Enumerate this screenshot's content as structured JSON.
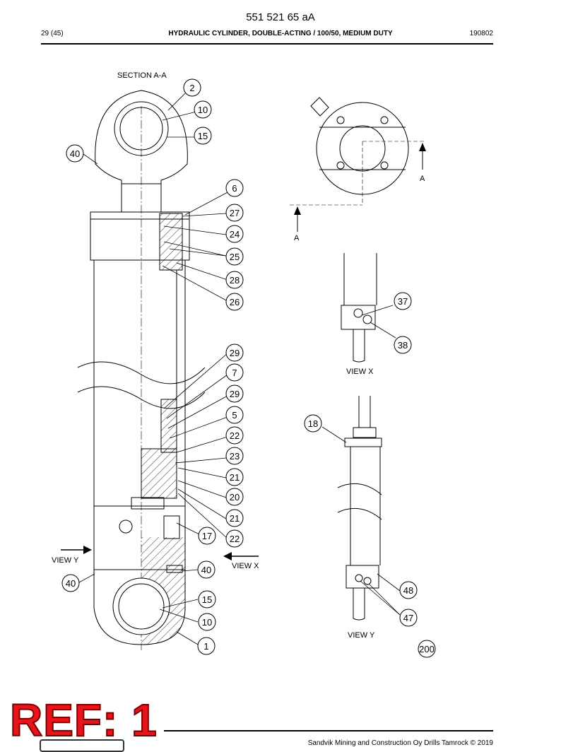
{
  "header": {
    "doc_number": "551 521 65 aA",
    "page": "29 (45)",
    "title": "HYDRAULIC CYLINDER, DOUBLE-ACTING / 100/50, MEDIUM DUTY",
    "date": "190802"
  },
  "labels": {
    "section": "SECTION A-A",
    "view_x": "VIEW X",
    "view_y": "VIEW Y",
    "a_top": "A",
    "a_left": "A"
  },
  "callouts": [
    "2",
    "10",
    "15",
    "40",
    "6",
    "27",
    "24",
    "25",
    "28",
    "26",
    "29",
    "7",
    "29",
    "5",
    "22",
    "23",
    "21",
    "20",
    "21",
    "22",
    "17",
    "40",
    "40",
    "15",
    "10",
    "1",
    "37",
    "38",
    "18",
    "48",
    "47",
    "200"
  ],
  "footer": {
    "ref": "REF: 1",
    "copyright": "Sandvik Mining and Construction Oy Drills Tamrock © 2019"
  }
}
